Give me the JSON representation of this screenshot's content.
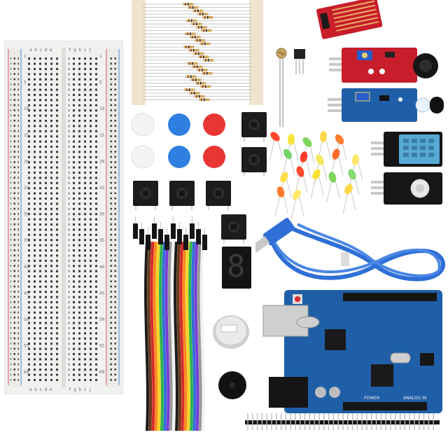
{
  "scene": {
    "breadboard": {
      "col_letters_left": "a b c d e",
      "col_letters_right": "f g h i j",
      "row_numbers": [
        "1",
        "5",
        "10",
        "15",
        "20",
        "25",
        "30",
        "35",
        "40",
        "45",
        "50",
        "55",
        "60"
      ]
    },
    "arduino": {
      "power_label": "POWER",
      "analog_label": "ANALOG IN"
    },
    "seven_segment_digit": "8",
    "colors": {
      "board_blue": "#1f5fa8",
      "module_red": "#c81d2a",
      "cable_blue": "#2f6fd6",
      "breadboard": "#f1f1ef"
    }
  }
}
